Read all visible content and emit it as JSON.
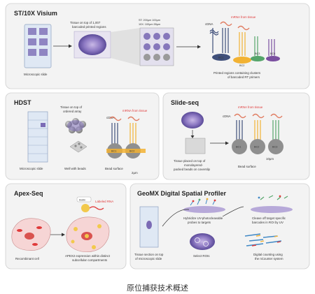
{
  "caption": "原位捕获技术概述",
  "panels": {
    "st": {
      "title": "ST/10X Visium",
      "slide_label": "Microscopic slide",
      "tissue_label_1": "Tissue on top of 1,007",
      "tissue_label_2": "barcoded printed regions",
      "spec_st": "ST:   200μm   100μm",
      "spec_10x": "10X:  100μm   55μm",
      "cdna": "cDNA",
      "mrna": "mRNA from tissue",
      "regions_label_1": "Printed regions containing clusters",
      "regions_label_2": "of barcoded RT primers",
      "bc": [
        "BC1",
        "BC2",
        "BC3",
        "BC4"
      ]
    },
    "hdst": {
      "title": "HDST",
      "tissue_label_1": "Tissue on top of",
      "tissue_label_2": "ordered array",
      "slide_label": "Microscopic slide",
      "well_label": "Well with beads",
      "bead_label": "Bead surface",
      "size_label": "2μm",
      "cdna": "cDNA",
      "mrna": "mRNA from tissue",
      "bc": [
        "BC1",
        "BC2"
      ]
    },
    "slideseq": {
      "title": "Slide-seq",
      "tissue_label_1": "Tissue placed on top of",
      "tissue_label_2": "monolayered-",
      "tissue_label_3": "packed beads on coverslip",
      "bead_label": "Bead surface",
      "size_label": "10μm",
      "cdna": "cDNA",
      "mrna": "mRNA from tissue",
      "bc": [
        "BC1",
        "BC2",
        "BC3"
      ]
    },
    "apex": {
      "title": "Apex-Seq",
      "biotin": "biotin",
      "labeled_rna": "Labeled RNA",
      "cell_label": "Recombinant cell",
      "expr_label_1": "APEX2 expression within distinct",
      "expr_label_2": "subcellular compartments"
    },
    "geomx": {
      "title": "GeoMX Digital Spatial Profiler",
      "section_label_1": "Tissue section on top",
      "section_label_2": "of microscopic slide",
      "hybridize_1": "Hybridize UV-photocleavable",
      "hybridize_2": "probes to targets",
      "roi_label": "Select ROIs",
      "cleave_1": "Cleave off target specific",
      "cleave_2": "barcodes in ROI by UV",
      "count_1": "Digital counting using",
      "count_2": "the nCounter system"
    }
  },
  "colors": {
    "panel_bg": "#f3f3f3",
    "panel_border": "#cfcfcf",
    "tissue": "#7b6bb5",
    "red": "#e03a3a",
    "bc1": "#3f4f7a",
    "bc2": "#f2b233",
    "bc3": "#55a56a",
    "bc4": "#7a4fa0"
  }
}
